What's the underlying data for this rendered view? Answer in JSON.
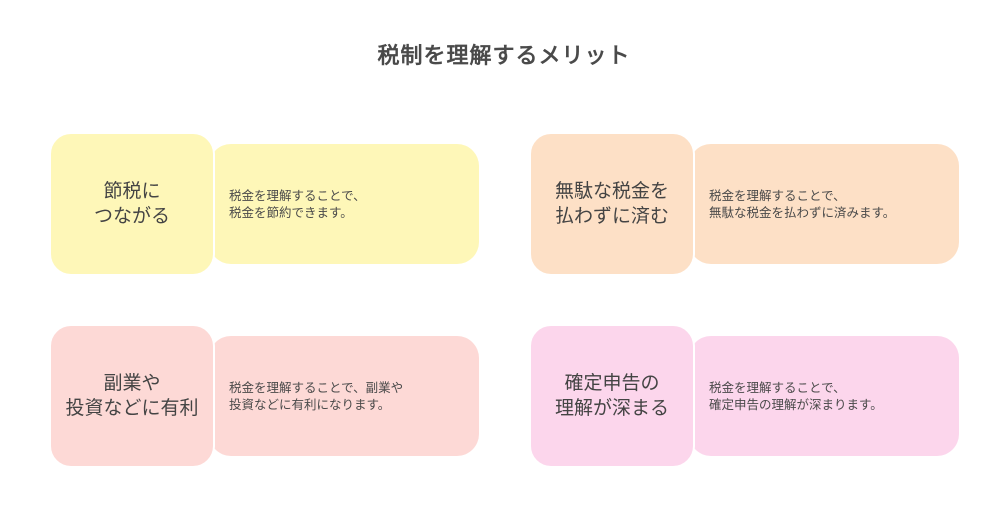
{
  "title": "税制を理解するメリット",
  "colors": {
    "yellow": "#fef7b8",
    "orange": "#fde0c6",
    "red": "#fdd9d6",
    "pink": "#fcd6ec"
  },
  "cards": [
    {
      "color": "#fef7b8",
      "heading": [
        "節税に",
        "つながる"
      ],
      "text": [
        "税金を理解することで、",
        "税金を節約できます。"
      ]
    },
    {
      "color": "#fde0c6",
      "heading": [
        "無駄な税金を",
        "払わずに済む"
      ],
      "text": [
        "税金を理解することで、",
        "無駄な税金を払わずに済みます。"
      ]
    },
    {
      "color": "#fdd9d6",
      "heading": [
        "副業や",
        "投資などに有利"
      ],
      "text": [
        "税金を理解することで、副業や",
        "投資などに有利になります。"
      ]
    },
    {
      "color": "#fcd6ec",
      "heading": [
        "確定申告の",
        "理解が深まる"
      ],
      "text": [
        "税金を理解することで、",
        "確定申告の理解が深まります。"
      ]
    }
  ]
}
